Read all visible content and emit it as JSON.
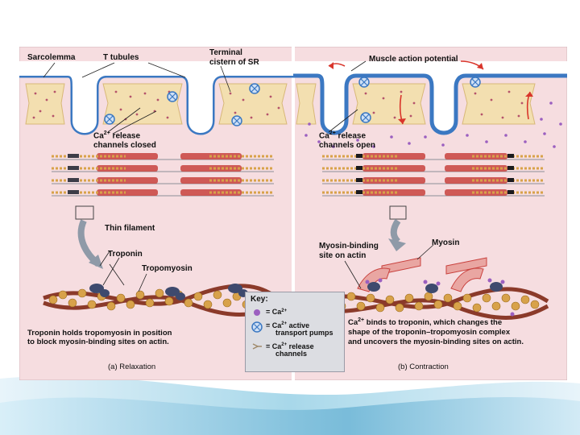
{
  "labels": {
    "sarcolemma": "Sarcolemma",
    "t_tubules": "T tubules",
    "terminal_cistern_1": "Terminal",
    "terminal_cistern_2": "cistern of SR",
    "muscle_action_potential": "Muscle action potential",
    "channels_closed_1": "Ca",
    "channels_closed_sup": "2+",
    "channels_closed_2": " release",
    "channels_closed_3": "channels closed",
    "channels_open_1": "Ca",
    "channels_open_sup": "2+",
    "channels_open_2": " release",
    "channels_open_3": "channels open",
    "thin_filament": "Thin filament",
    "troponin": "Troponin",
    "tropomyosin": "Tropomyosin",
    "myosin": "Myosin",
    "myosin_binding_1": "Myosin-binding",
    "myosin_binding_2": "site on actin"
  },
  "captions": {
    "relaxation_text_1": "Troponin holds tropomyosin in position",
    "relaxation_text_2": "to block myosin-binding sites on actin.",
    "relaxation_title": "(a) Relaxation",
    "contraction_text_1a": "Ca",
    "contraction_text_1sup": "2+",
    "contraction_text_1b": " binds to troponin, which changes the",
    "contraction_text_2": "shape of the troponin–tropomyosin complex",
    "contraction_text_3": "and uncovers the myosin-binding sites on actin.",
    "contraction_title": "(b) Contraction"
  },
  "key": {
    "title": "Key:",
    "ca": "= Ca",
    "ca_sup": "2+",
    "pump_1": "= Ca",
    "pump_sup": "2+",
    "pump_1b": " active",
    "pump_2": "transport pumps",
    "channel_1": "= Ca",
    "channel_sup": "2+",
    "channel_1b": " release",
    "channel_2": "channels"
  },
  "colors": {
    "background_pink": "#f6dde0",
    "membrane_blue": "#3b78c2",
    "sr_tan": "#f3dfb0",
    "calcium_purple": "#9b5fc0",
    "actin_gold": "#d8a24a",
    "myosin_red": "#c9423e",
    "slide_wave": "#7fc3df"
  }
}
